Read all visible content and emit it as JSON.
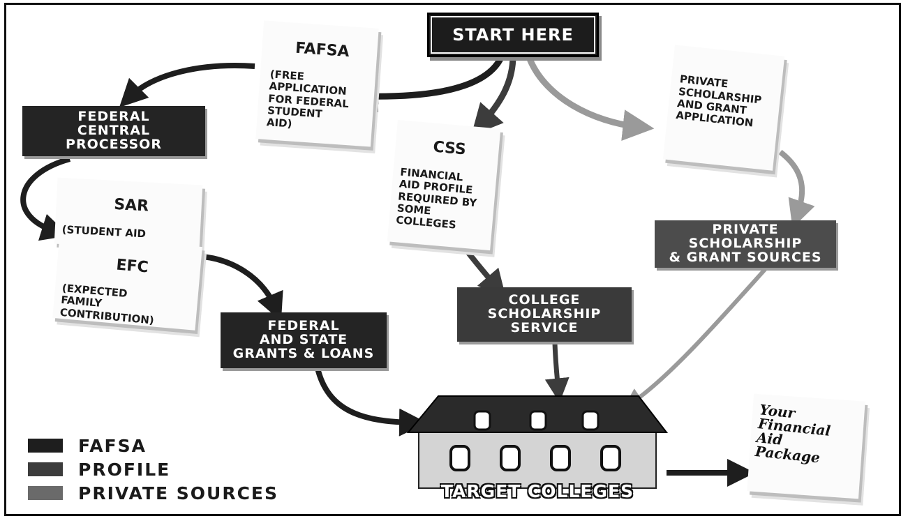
{
  "start": {
    "label": "START HERE"
  },
  "documents": {
    "fafsa": {
      "title": "FAFSA",
      "body": "(FREE\nAPPLICATION\nFOR FEDERAL\nSTUDENT\nAID)"
    },
    "css": {
      "title": "CSS",
      "body": "FINANCIAL\nAID PROFILE\nREQUIRED BY\nSOME\nCOLLEGES"
    },
    "private_app": {
      "title": "",
      "body": "PRIVATE\nSCHOLARSHIP\nAND GRANT\nAPPLICATION"
    },
    "sar": {
      "title": "SAR",
      "body": "(STUDENT AID\nREPORT)"
    },
    "efc": {
      "title": "EFC",
      "body": "(EXPECTED\nFAMILY\nCONTRIBUTION)"
    },
    "package": {
      "body": "Your\nFinancial\nAid\nPackage"
    }
  },
  "signs": {
    "federal_processor": "FEDERAL\nCENTRAL\nPROCESSOR",
    "private_sources": "PRIVATE\nSCHOLARSHIP\n& GRANT SOURCES",
    "college_service": "COLLEGE\nSCHOLARSHIP\nSERVICE",
    "grants_loans": "FEDERAL\nAND STATE\nGRANTS & LOANS"
  },
  "college": {
    "label": "TARGET COLLEGES"
  },
  "legend": [
    {
      "label": "FAFSA",
      "color": "#1e1e1e"
    },
    {
      "label": "PROFILE",
      "color": "#3c3c3c"
    },
    {
      "label": "PRIVATE SOURCES",
      "color": "#6a6a6a"
    }
  ],
  "colors": {
    "fafsa": "#1e1e1e",
    "profile": "#3c3c3c",
    "private": "#8a8a8a",
    "building_roof": "#2a2a2a",
    "building_wall": "#dcdcdc"
  },
  "icons": {
    "document": "paper-document-icon",
    "building": "college-building-icon",
    "arrow": "flow-arrow-icon"
  }
}
